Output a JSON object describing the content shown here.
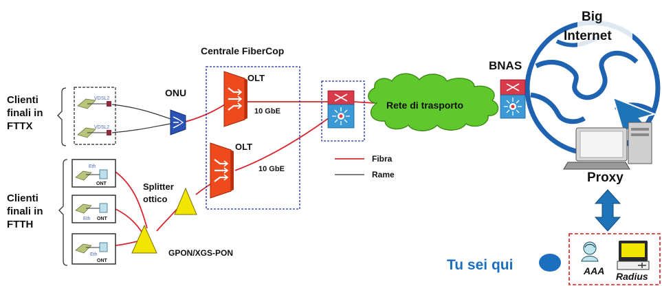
{
  "left": {
    "fttx_label": [
      "Clienti",
      "finali in",
      "FTTX"
    ],
    "ftth_label": [
      "Clienti",
      "finali in",
      "FTTH"
    ],
    "fttx_devices": [
      {
        "port": "VDSL2"
      },
      {
        "port": "VDSL2"
      }
    ],
    "ftth_devices": [
      {
        "port": "Eth",
        "unit": "ONT"
      },
      {
        "port": "Eth",
        "unit": "ONT"
      },
      {
        "port": "Eth",
        "unit": "ONT"
      }
    ]
  },
  "onu_label": "ONU",
  "splitter_label": [
    "Splitter",
    "ottico"
  ],
  "pon_label": "GPON/XGS-PON",
  "central": {
    "title": "Centrale FiberCop",
    "olt1": {
      "name": "OLT",
      "speed": "10 GbE"
    },
    "olt2": {
      "name": "OLT",
      "speed": "10 GbE"
    }
  },
  "legend": {
    "fibra": "Fibra",
    "rame": "Rame",
    "fibra_color": "#d8262e",
    "rame_color": "#333333"
  },
  "cloud_label": "Rete di trasporto",
  "bnas_label": "BNAS",
  "internet_label": [
    "Big",
    "Internet"
  ],
  "proxy_label": "Proxy",
  "you_are_here": "Tu sei qui",
  "aaa_label": "AAA",
  "radius_label": "Radius",
  "colors": {
    "fiber": "#d8262e",
    "copper": "#333333",
    "olt": "#ef4a1e",
    "splitter": "#f2e600",
    "cloud": "#5fc82d",
    "globe": "#1f63b0",
    "arrow": "#1f73b7",
    "onu": "#2a52b5",
    "you_here": "#1c6fbf",
    "dashed_box": "#1a2ca8",
    "aaa_box": "#d41a1a"
  }
}
